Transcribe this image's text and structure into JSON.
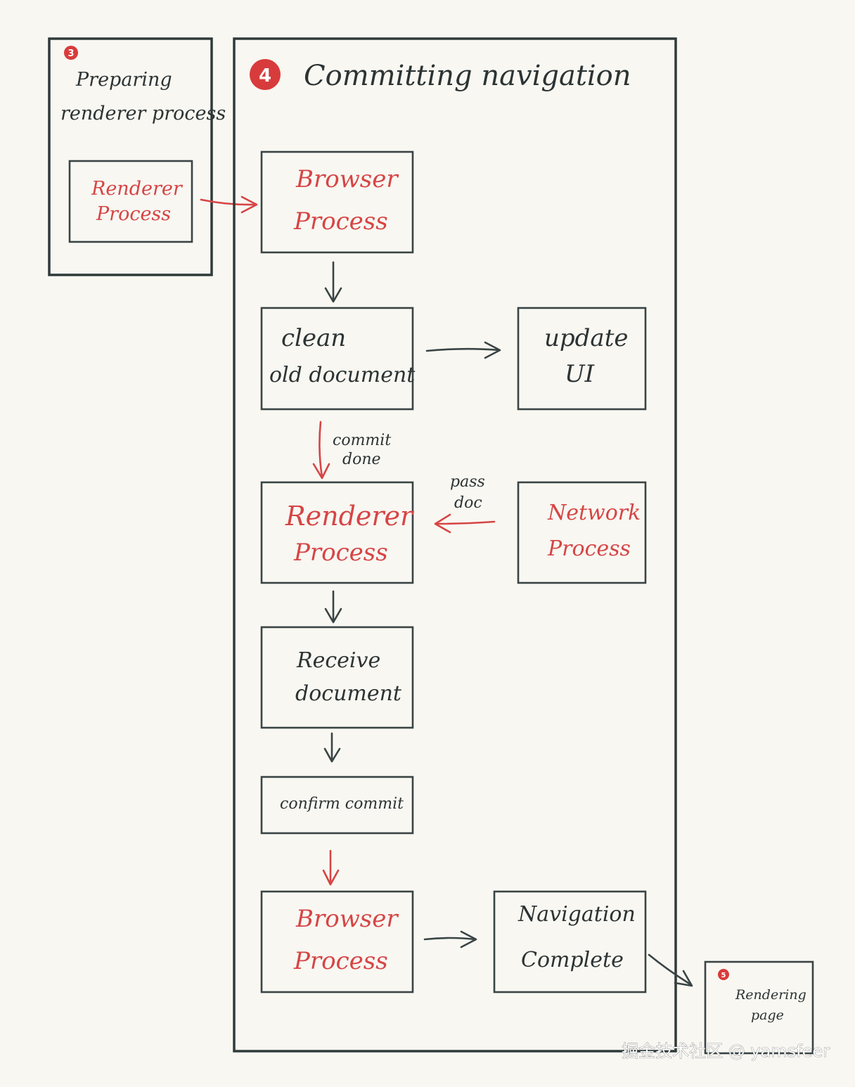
{
  "step3": {
    "badge": "3",
    "title_line1": "Preparing",
    "title_line2": "renderer process",
    "box_line1": "Renderer",
    "box_line2": "Process"
  },
  "step4": {
    "badge": "4",
    "title": "Committing navigation",
    "boxes": {
      "browser_process_1": {
        "line1": "Browser",
        "line2": "Process"
      },
      "clean_old_document": {
        "line1": "clean",
        "line2": "old document"
      },
      "update_ui": {
        "line1": "update",
        "line2": "UI"
      },
      "renderer_process": {
        "line1": "Renderer",
        "line2": "Process"
      },
      "network_process": {
        "line1": "Network",
        "line2": "Process"
      },
      "receive_document": {
        "line1": "Receive",
        "line2": "document"
      },
      "confirm_commit": {
        "line1": "confirm commit"
      },
      "browser_process_2": {
        "line1": "Browser",
        "line2": "Process"
      },
      "navigation_complete": {
        "line1": "Navigation",
        "line2": "Complete"
      }
    },
    "edge_labels": {
      "commit_done_line1": "commit",
      "commit_done_line2": "done",
      "pass_doc_line1": "pass",
      "pass_doc_line2": "doc"
    }
  },
  "step5": {
    "badge": "5",
    "box_line1": "Rendering",
    "box_line2": "page"
  },
  "watermark": "掘金技术社区 @ yamsfeer",
  "colors": {
    "ink": "#3a4444",
    "accent_red": "#d64545",
    "background": "#f8f7f2"
  }
}
